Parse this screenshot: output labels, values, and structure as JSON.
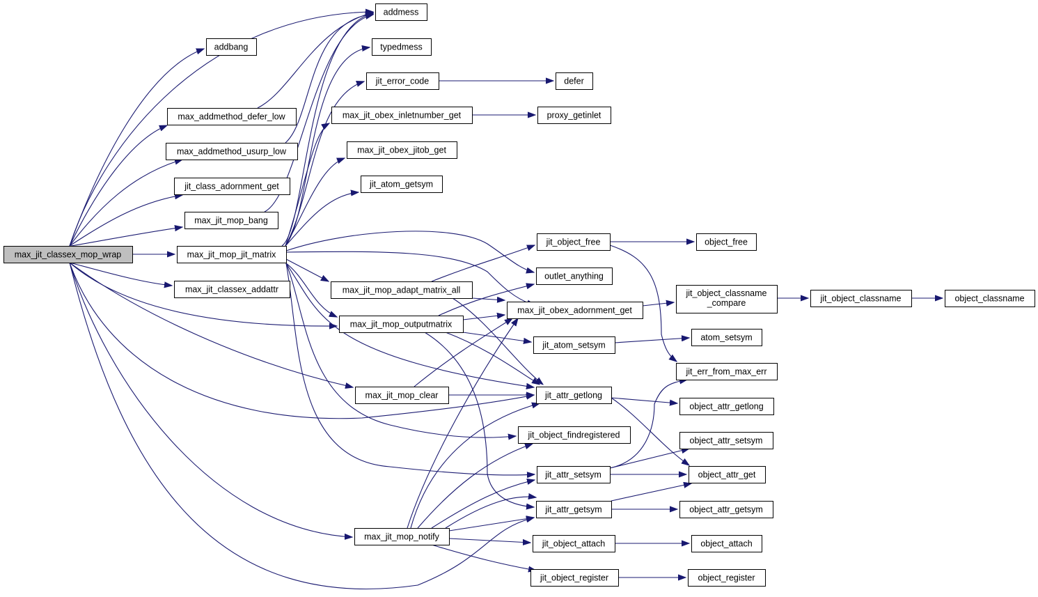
{
  "graph": {
    "root": "max_jit_classex_mop_wrap",
    "nodes": [
      {
        "id": "root",
        "label": "max_jit_classex_mop_wrap"
      },
      {
        "id": "addmess",
        "label": "addmess"
      },
      {
        "id": "addbang",
        "label": "addbang"
      },
      {
        "id": "typedmess",
        "label": "typedmess"
      },
      {
        "id": "jit_error_code",
        "label": "jit_error_code"
      },
      {
        "id": "defer",
        "label": "defer"
      },
      {
        "id": "max_addmethod_defer_low",
        "label": "max_addmethod_defer_low"
      },
      {
        "id": "inletnumber_get",
        "label": "max_jit_obex_inletnumber_get"
      },
      {
        "id": "proxy_getinlet",
        "label": "proxy_getinlet"
      },
      {
        "id": "max_addmethod_usurp_low",
        "label": "max_addmethod_usurp_low"
      },
      {
        "id": "jitob_get",
        "label": "max_jit_obex_jitob_get"
      },
      {
        "id": "jit_class_adornment_get",
        "label": "jit_class_adornment_get"
      },
      {
        "id": "jit_atom_getsym",
        "label": "jit_atom_getsym"
      },
      {
        "id": "max_jit_mop_bang",
        "label": "max_jit_mop_bang"
      },
      {
        "id": "jit_object_free",
        "label": "jit_object_free"
      },
      {
        "id": "object_free",
        "label": "object_free"
      },
      {
        "id": "max_jit_mop_jit_matrix",
        "label": "max_jit_mop_jit_matrix"
      },
      {
        "id": "outlet_anything",
        "label": "outlet_anything"
      },
      {
        "id": "max_jit_classex_addattr",
        "label": "max_jit_classex_addattr"
      },
      {
        "id": "adapt_matrix_all",
        "label": "max_jit_mop_adapt_matrix_all"
      },
      {
        "id": "classname_compare",
        "label": "jit_object_classname_compare",
        "lines": [
          "jit_object_classname",
          "_compare"
        ]
      },
      {
        "id": "jit_object_classname",
        "label": "jit_object_classname"
      },
      {
        "id": "object_classname",
        "label": "object_classname"
      },
      {
        "id": "obex_adornment_get",
        "label": "max_jit_obex_adornment_get"
      },
      {
        "id": "outputmatrix",
        "label": "max_jit_mop_outputmatrix"
      },
      {
        "id": "jit_atom_setsym",
        "label": "jit_atom_setsym"
      },
      {
        "id": "atom_setsym",
        "label": "atom_setsym"
      },
      {
        "id": "jit_err_from_max_err",
        "label": "jit_err_from_max_err"
      },
      {
        "id": "max_jit_mop_clear",
        "label": "max_jit_mop_clear"
      },
      {
        "id": "jit_attr_getlong",
        "label": "jit_attr_getlong"
      },
      {
        "id": "object_attr_getlong",
        "label": "object_attr_getlong"
      },
      {
        "id": "findregistered",
        "label": "jit_object_findregistered"
      },
      {
        "id": "object_attr_setsym",
        "label": "object_attr_setsym"
      },
      {
        "id": "jit_attr_setsym",
        "label": "jit_attr_setsym"
      },
      {
        "id": "object_attr_get",
        "label": "object_attr_get"
      },
      {
        "id": "jit_attr_getsym",
        "label": "jit_attr_getsym"
      },
      {
        "id": "object_attr_getsym",
        "label": "object_attr_getsym"
      },
      {
        "id": "max_jit_mop_notify",
        "label": "max_jit_mop_notify"
      },
      {
        "id": "jit_object_attach",
        "label": "jit_object_attach"
      },
      {
        "id": "object_attach",
        "label": "object_attach"
      },
      {
        "id": "jit_object_register",
        "label": "jit_object_register"
      },
      {
        "id": "object_register",
        "label": "object_register"
      }
    ]
  }
}
